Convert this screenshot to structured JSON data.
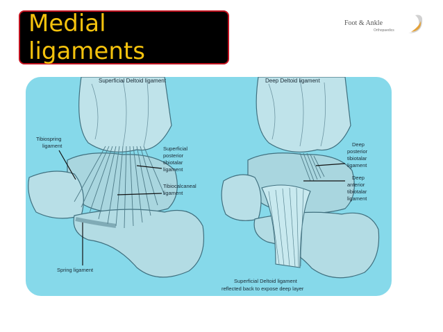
{
  "title": "Medial ligaments",
  "logo": {
    "main": "Foot & Ankle",
    "sub": "Orthopaedics",
    "accent_color": "#e3a23b"
  },
  "left_figure": {
    "heading": "Superficial Deltoid ligament",
    "labels": {
      "tibiospring_1": "Tibiospring",
      "tibiospring_2": "ligament",
      "post_1": "Superficial",
      "post_2": "posterior",
      "post_3": "tibiotalar",
      "post_4": "ligament",
      "tibiocalc_1": "Tibiocalcaneal",
      "tibiocalc_2": "ligament",
      "spring": "Spring ligament"
    }
  },
  "right_figure": {
    "heading": "Deep Deltoid ligament",
    "labels": {
      "dp_1": "Deep",
      "dp_2": "posterior",
      "dp_3": "tibiotalar",
      "dp_4": "ligament",
      "da_1": "Deep",
      "da_2": "anterior",
      "da_3": "tibiotalar",
      "da_4": "ligament",
      "caption_1": "Superficial Deltoid ligament",
      "caption_2": "reflected back to expose deep layer"
    }
  },
  "colors": {
    "title_bg": "#000000",
    "title_border": "#c1121f",
    "title_text": "#f4c20d",
    "panel_bg": "#86d9ea"
  }
}
